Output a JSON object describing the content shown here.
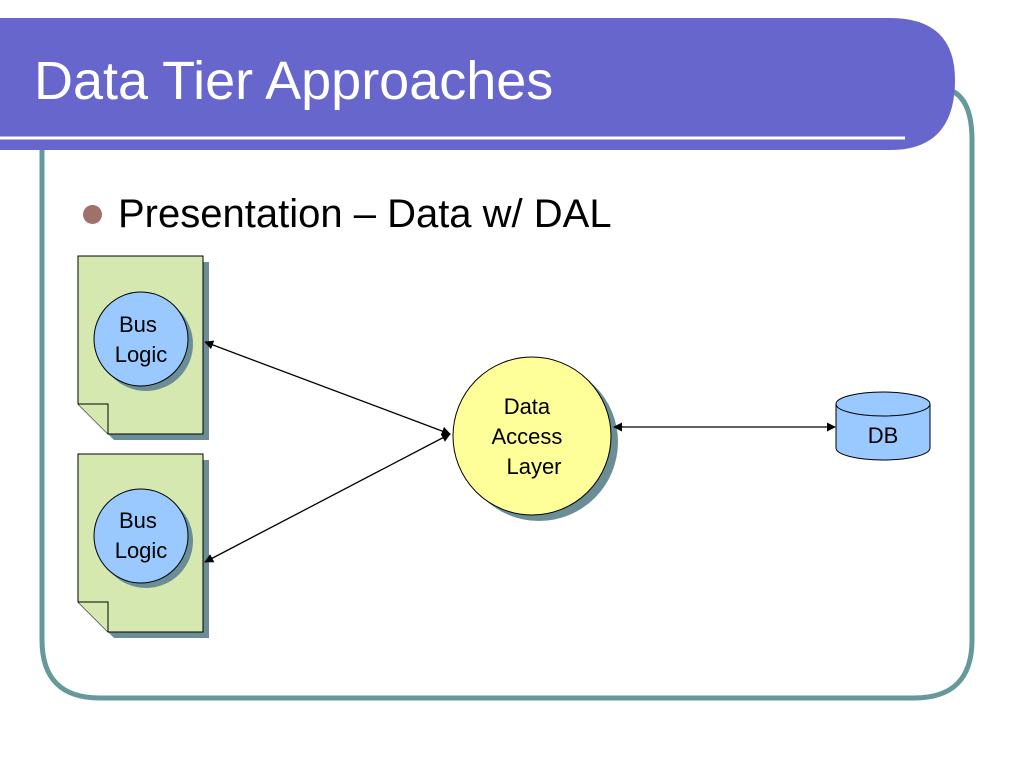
{
  "slide": {
    "title": "Data Tier Approaches",
    "bullet": "Presentation – Data w/ DAL"
  },
  "diagram": {
    "pages": [
      {
        "label_lines": [
          "Bus",
          "Logic"
        ]
      },
      {
        "label_lines": [
          "Bus",
          "Logic"
        ]
      }
    ],
    "dal": {
      "label_lines": [
        "Data",
        "Access",
        "Layer"
      ]
    },
    "db": {
      "label": "DB"
    }
  },
  "colors": {
    "title_bar": "#6666cc",
    "frame": "#669999",
    "page_fill": "#d5e8b0",
    "bus_logic_fill": "#99c9ff",
    "dal_fill": "#ffff99",
    "db_fill": "#99c9ff",
    "shadow": "#6b8e96",
    "bullet": "#a0706b"
  }
}
